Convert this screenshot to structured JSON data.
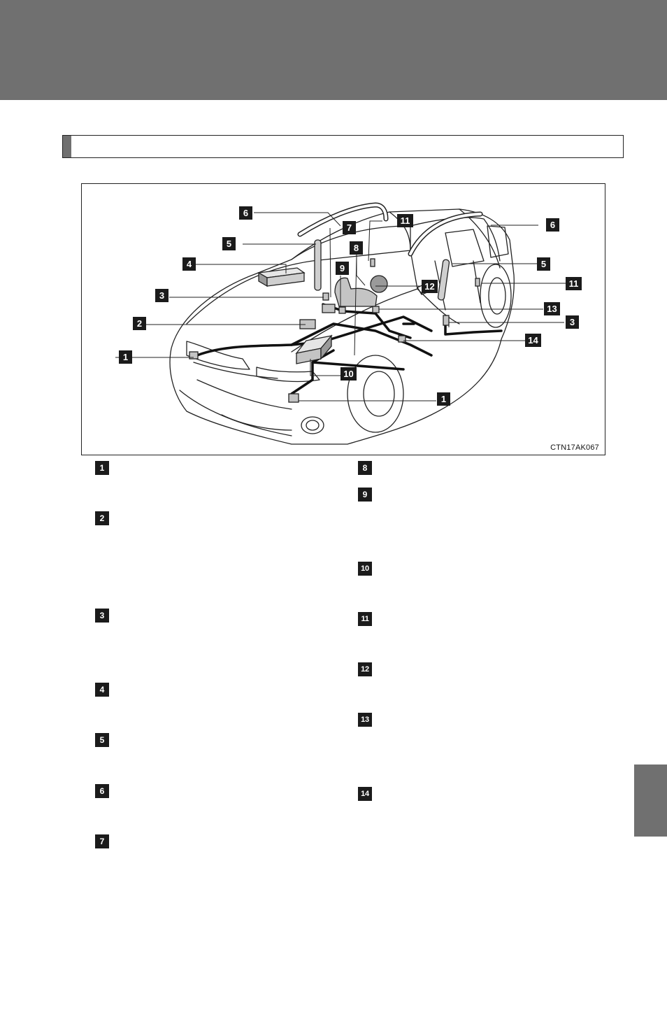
{
  "figure": {
    "code": "CTN17AK067",
    "callouts": [
      {
        "id": "c6a",
        "label": "6"
      },
      {
        "id": "c7",
        "label": "7"
      },
      {
        "id": "c11a",
        "label": "11"
      },
      {
        "id": "c6b",
        "label": "6"
      },
      {
        "id": "c5a",
        "label": "5"
      },
      {
        "id": "c8",
        "label": "8"
      },
      {
        "id": "c4",
        "label": "4"
      },
      {
        "id": "c9",
        "label": "9"
      },
      {
        "id": "c5b",
        "label": "5"
      },
      {
        "id": "c12",
        "label": "12"
      },
      {
        "id": "c11b",
        "label": "11"
      },
      {
        "id": "c3a",
        "label": "3"
      },
      {
        "id": "c13",
        "label": "13"
      },
      {
        "id": "c2",
        "label": "2"
      },
      {
        "id": "c3b",
        "label": "3"
      },
      {
        "id": "c14",
        "label": "14"
      },
      {
        "id": "c1a",
        "label": "1"
      },
      {
        "id": "c10",
        "label": "10"
      },
      {
        "id": "c1b",
        "label": "1"
      }
    ]
  },
  "legend": {
    "left": [
      "1",
      "2",
      "3",
      "4",
      "5",
      "6",
      "7"
    ],
    "right": [
      "8",
      "9",
      "10",
      "11",
      "12",
      "13",
      "14"
    ]
  },
  "colors": {
    "header_band": "#707070",
    "side_tab": "#707070",
    "number_box": "#1b1b1b"
  }
}
